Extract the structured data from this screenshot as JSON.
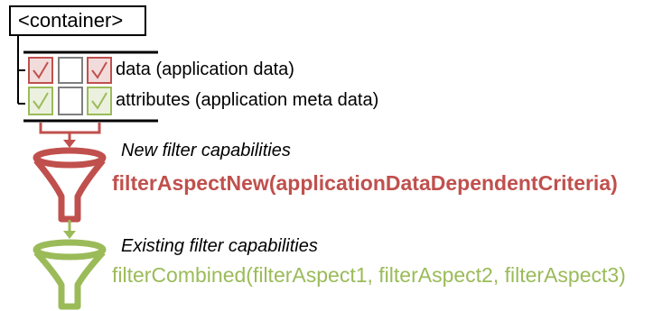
{
  "container": {
    "label": "<container>"
  },
  "rows": [
    {
      "label": "data (application data)",
      "color": "#c0504d",
      "cells": [
        "checked",
        "empty",
        "checked"
      ]
    },
    {
      "label": "attributes (application meta data)",
      "color": "#9bbb59",
      "cells": [
        "checked",
        "empty",
        "checked"
      ]
    }
  ],
  "filters": [
    {
      "caption": "New filter capabilities",
      "function": "filterAspectNew(applicationDataDependentCriteria)",
      "color": "#c0504d",
      "icon": "funnel-icon"
    },
    {
      "caption": "Existing filter capabilities",
      "function": "filterCombined(filterAspect1, filterAspect2, filterAspect3)",
      "color": "#9bbb59",
      "icon": "funnel-icon"
    }
  ],
  "colors": {
    "red": "#c0504d",
    "green": "#9bbb59",
    "red_fill": "#f2dcdb",
    "green_fill": "#ebf1de",
    "empty_border": "#7f7f7f"
  }
}
